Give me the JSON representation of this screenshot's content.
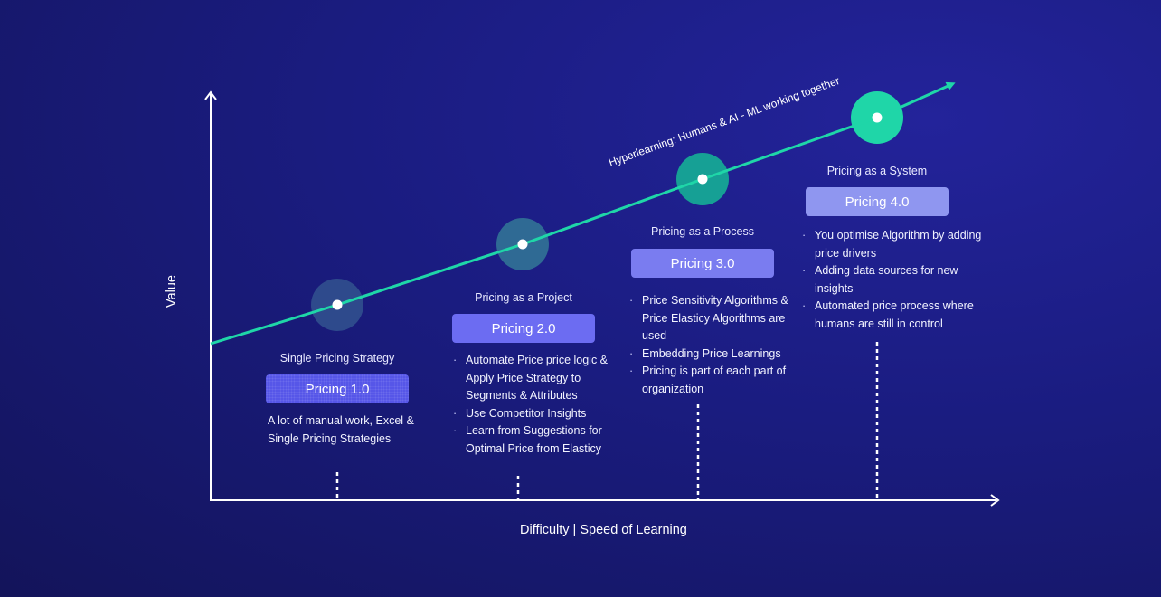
{
  "axes": {
    "y_label": "Value",
    "x_label": "Difficulty | Speed of Learning"
  },
  "curve": {
    "label": "Hyperlearning: Humans & AI - ML working together",
    "color": "#1fd6a8"
  },
  "stages": [
    {
      "title": "Single Pricing Strategy",
      "pill": "Pricing 1.0",
      "description": "A lot of manual work, Excel & Single Pricing Strategies",
      "bullets": []
    },
    {
      "title": "Pricing as a Project",
      "pill": "Pricing 2.0",
      "description": "",
      "bullets": [
        "Automate Price price logic & Apply Price Strategy  to Segments & Attributes",
        "Use Competitor Insights",
        "Learn from Suggestions for Optimal Price from Elasticy"
      ]
    },
    {
      "title": "Pricing as a Process",
      "pill": "Pricing 3.0",
      "description": "",
      "bullets": [
        "Price Sensitivity Algorithms & Price Elasticy Algorithms are used",
        "Embedding Price Learnings",
        "Pricing is part of each part of organization"
      ]
    },
    {
      "title": "Pricing as a System",
      "pill": "Pricing 4.0",
      "description": "",
      "bullets": [
        "You optimise Algorithm by adding price drivers",
        "Adding data sources for new insights",
        "Automated price process where humans are still in control"
      ]
    }
  ],
  "colors": {
    "halo_1": "#2e4a8c",
    "halo_2": "#2f6a94",
    "halo_3": "#16a095",
    "halo_4": "#1fd6a8"
  }
}
